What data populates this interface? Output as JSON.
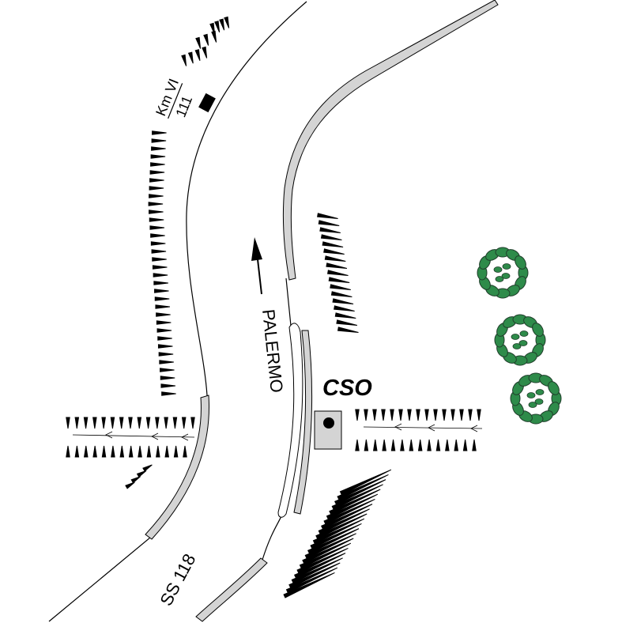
{
  "labels": {
    "km_marker_top": "Km VI",
    "km_marker_bottom": "111",
    "direction": "PALERMO",
    "station": "CSO",
    "road_name": "SS 118"
  },
  "colors": {
    "road_line": "#000000",
    "guardrail": "#d4d4d4",
    "tree_fill": "#2e8b4a",
    "tree_outline": "#1f3d2a"
  },
  "icons": {
    "direction_arrow": "arrow-up-icon",
    "station_marker": "black-dot-icon",
    "km_marker": "black-square-icon",
    "tree": "tree-icon"
  }
}
